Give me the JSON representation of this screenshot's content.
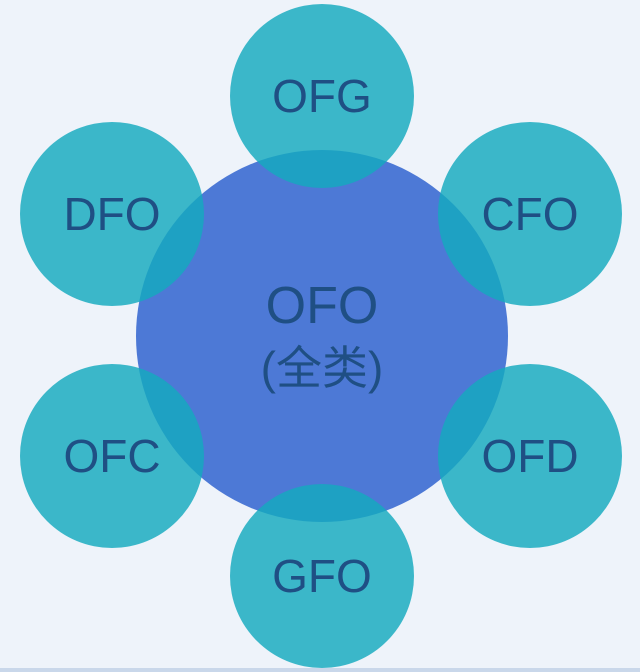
{
  "diagram": {
    "center": {
      "title": "OFO",
      "subtitle": "(全类)"
    },
    "nodes": {
      "top": "OFG",
      "upper_left": "DFO",
      "upper_right": "CFO",
      "lower_left": "OFC",
      "lower_right": "OFD",
      "bottom": "GFO"
    }
  }
}
